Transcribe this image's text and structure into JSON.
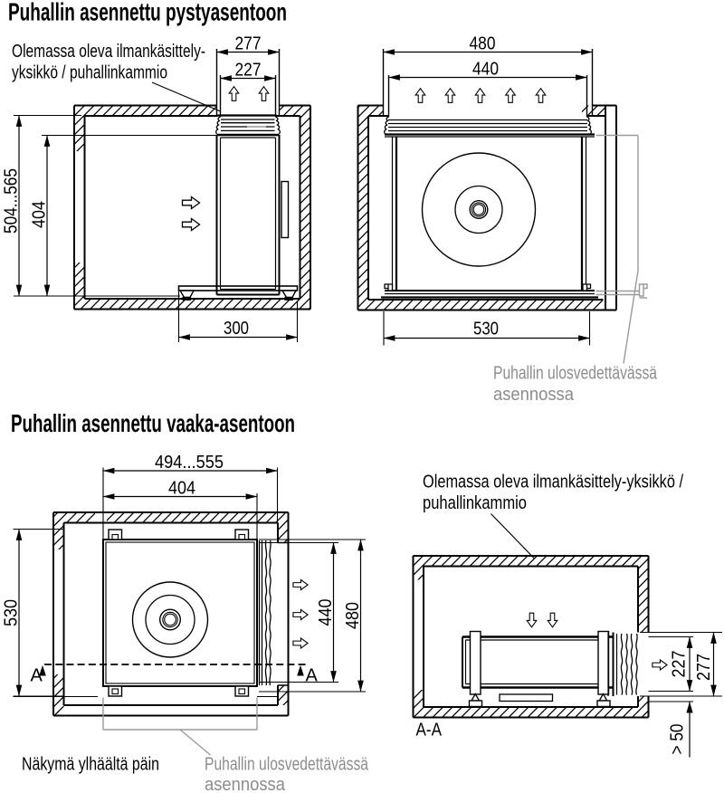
{
  "page": {
    "background": "#ffffff",
    "line_color": "#000000",
    "gray_line_color": "#9a9a9a",
    "gray_text_color": "#8c8c8c"
  },
  "section_vertical": {
    "title": "Puhallin asennettu pystyasentoon",
    "label_existing_line1": "Olemassa oleva ilmankäsittely-",
    "label_existing_line2": "yksikkö / puhallinkammio",
    "side_view": {
      "dim_outlet_outer": "277",
      "dim_outlet_inner": "227",
      "dim_height_range": "504...565",
      "dim_inner_height": "404",
      "dim_base_width": "300"
    },
    "front_view": {
      "dim_top_outer": "480",
      "dim_top_inner": "440",
      "dim_bottom_width": "530",
      "label_pullout_line1": "Puhallin ulosvedettävässä",
      "label_pullout_line2": "asennossa"
    }
  },
  "section_horizontal": {
    "title": "Puhallin asennettu vaaka-asentoon",
    "top_view": {
      "dim_width_range": "494...555",
      "dim_unit_width": "404",
      "dim_depth": "530",
      "dim_duct_inner": "440",
      "dim_duct_outer": "480",
      "section_letter": "A",
      "label_view": "Näkymä ylhäältä päin",
      "label_pullout_line1": "Puhallin ulosvedettävässä",
      "label_pullout_line2": "asennossa"
    },
    "section_view": {
      "label_existing_line1": "Olemassa oleva ilmankäsittely-yksikkö /",
      "label_existing_line2": "puhallinkammio",
      "dim_duct_inner": "227",
      "dim_duct_outer": "277",
      "dim_clearance": "> 50",
      "label_section": "A-A"
    }
  }
}
